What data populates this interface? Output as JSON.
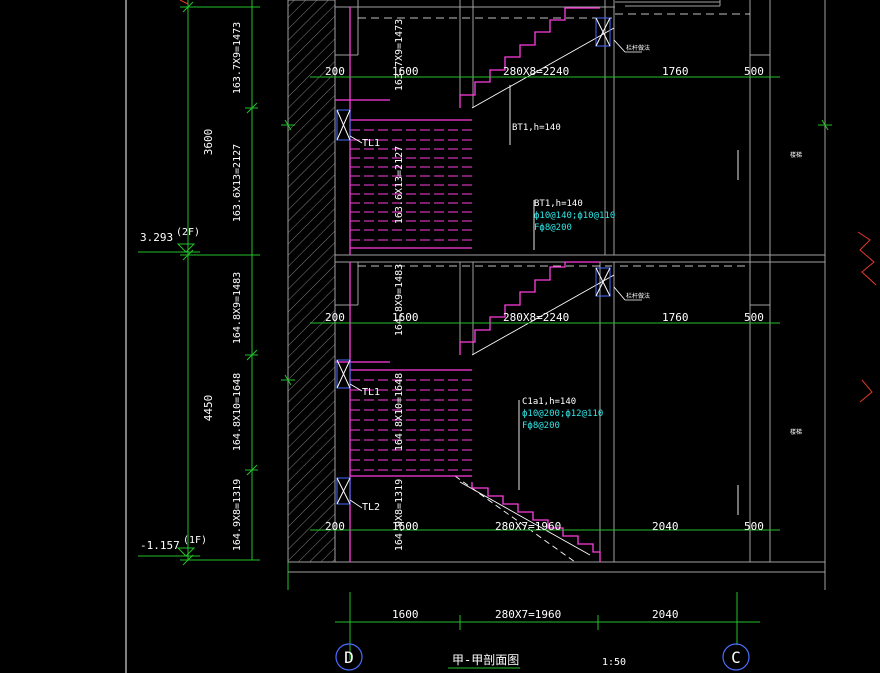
{
  "drawing": {
    "title": "甲-甲剖面图",
    "scale": "1:50",
    "axis_left": "D",
    "axis_right": "C"
  },
  "levels": [
    {
      "elev": "3.293",
      "floor": "(2F)"
    },
    {
      "elev": "-1.157",
      "floor": "(1F)"
    }
  ],
  "left_dims": {
    "storey_upper": "3600",
    "storey_lower": "4450",
    "steps": [
      "163.7X9=1473",
      "163.6X13=2127",
      "164.8X9=1483",
      "164.8X10=1648",
      "164.9X8=1319"
    ]
  },
  "flight_steps": [
    "163.7X9=1473",
    "163.6X13=2127",
    "164.8X9=1483",
    "164.8X10=1648",
    "164.9X8=1319"
  ],
  "rows": [
    {
      "a": "200",
      "b": "1600",
      "c": "280X8=2240",
      "d": "1760",
      "e": "500"
    },
    {
      "a": "200",
      "b": "1600",
      "c": "280X8=2240",
      "d": "1760",
      "e": "500"
    },
    {
      "a": "200",
      "b": "1600",
      "c": "280X7=1960",
      "d": "2040",
      "e": "500"
    }
  ],
  "bottom_dims": [
    "1600",
    "280X7=1960",
    "2040"
  ],
  "labels": {
    "tl1_a": "TL1",
    "tl1_b": "TL1",
    "tl2": "TL2",
    "bt1_a": "BT1,h=140",
    "bt1_b": "BT1,h=140",
    "bt1_b_r1": "ф10@140;ф10@110",
    "bt1_b_r2": "Fф8@200",
    "c1a1": "C1a1,h=140",
    "c1a1_r1": "ф10@200;ф12@110",
    "c1a1_r2": "Fф8@200",
    "note_1": "栏杆做法",
    "note_2": "栏杆做法",
    "room_1": "楼梯",
    "room_2": "楼梯"
  },
  "colors": {
    "background": "#000000",
    "green": "#22c12a",
    "white": "#ffffff",
    "magenta": "#ff3de0",
    "cyan": "#2ee6e6",
    "red": "#e03a2a",
    "grey": "#a0a0a0"
  }
}
